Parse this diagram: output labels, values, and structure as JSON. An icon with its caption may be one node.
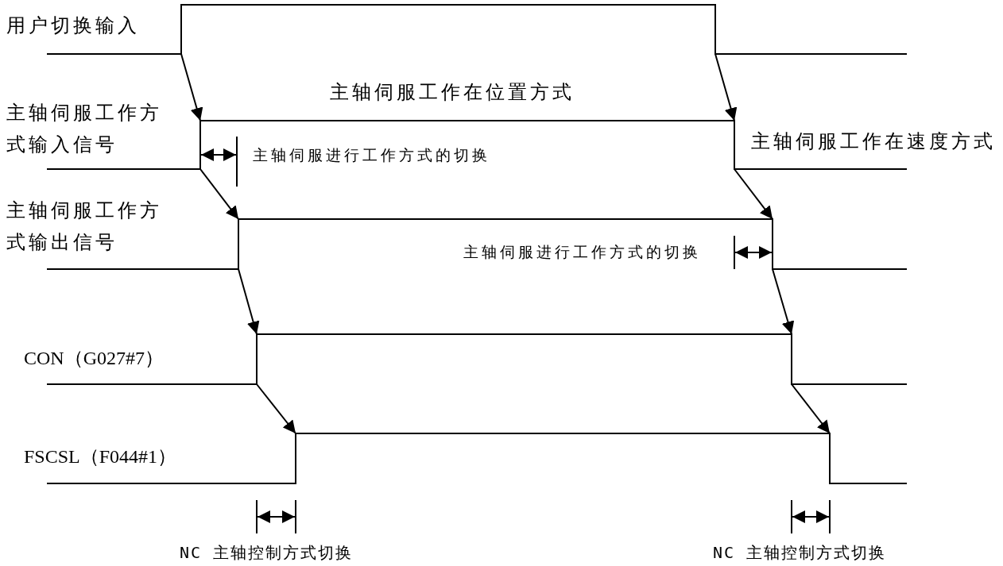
{
  "diagram": {
    "nodes": [
      {
        "text": [
          "用户切换输入"
        ]
      },
      {
        "text": [
          "主轴伺服工作方式输入信号"
        ]
      },
      {
        "text": [
          "主轴伺服工作方式输出信号"
        ]
      },
      {
        "text": [
          "CON（G027#7）"
        ]
      },
      {
        "text": [
          "FSCSL（F044#1）"
        ]
      }
    ],
    "edges": [
      {
        "from": 0,
        "to": 1,
        "arrow": "to"
      },
      {
        "from": 1,
        "to": 2,
        "arrow": "to"
      },
      {
        "from": 2,
        "to": 3,
        "arrow": "to"
      },
      {
        "from": 3,
        "to": 4,
        "arrow": "to"
      },
      {
        "from": 0,
        "to": 1,
        "arrow": "to"
      },
      {
        "from": 1,
        "to": 2,
        "arrow": "to"
      },
      {
        "from": 2,
        "to": 3,
        "arrow": "to"
      },
      {
        "from": 3,
        "to": 4,
        "arrow": "to"
      }
    ],
    "labels": [
      "主轴伺服工作在位置方式",
      "主轴伺服进行工作方式的切换",
      "主轴伺服工作在速度方式",
      "主轴伺服进行工作方式的切换",
      "NC 主轴控制方式切换",
      "NC 主轴控制方式切换"
    ]
  }
}
